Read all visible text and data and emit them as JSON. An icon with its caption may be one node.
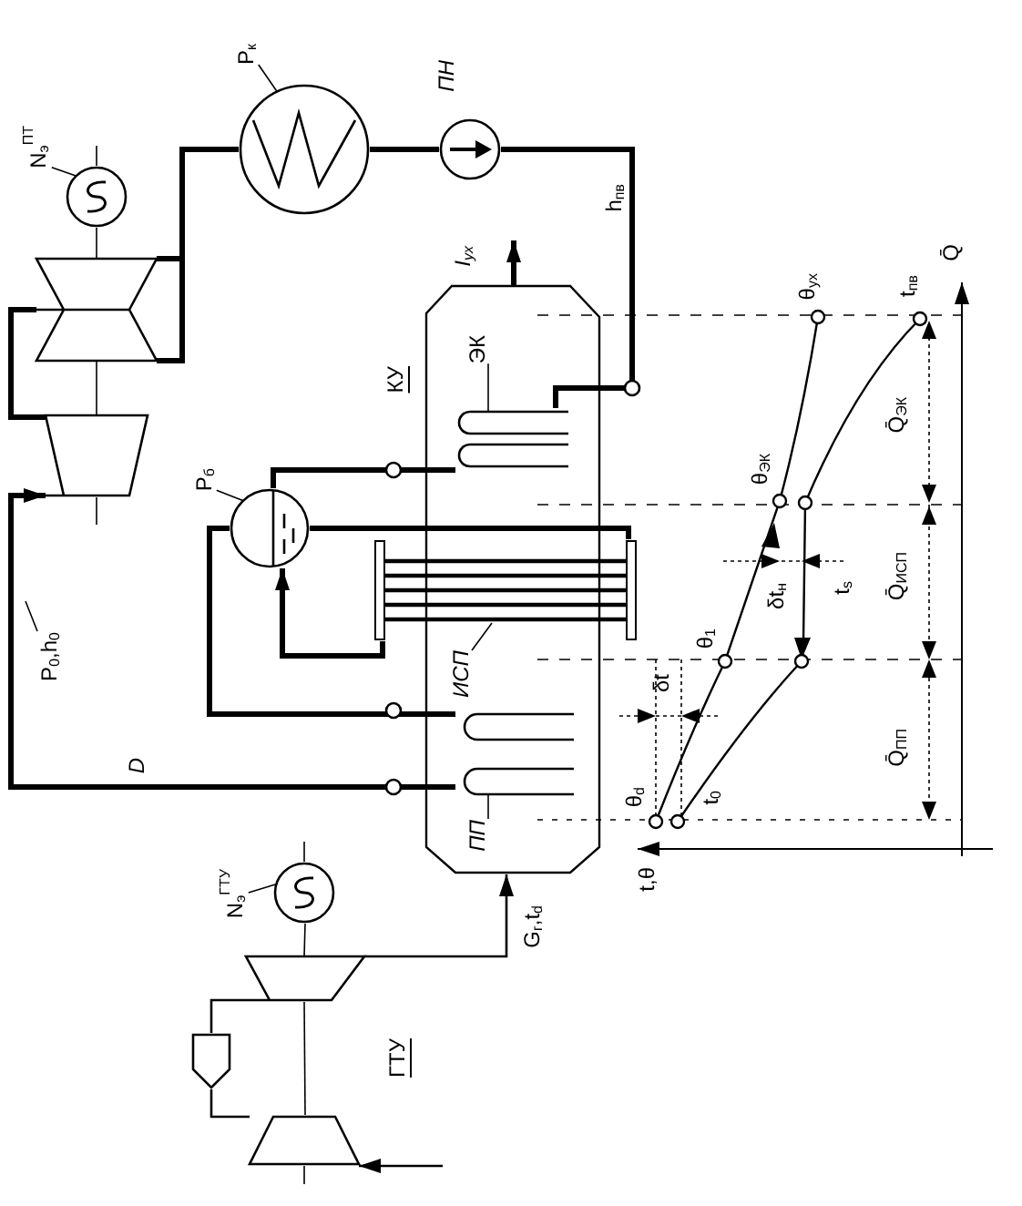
{
  "diagram": {
    "nodes": [
      {
        "text": [
          "P$_{к}$"
        ]
      },
      {
        "text": [],
        "shape": "circle"
      },
      {
        "text": [],
        "shape": "circle",
        "beside": [
          "ПН"
        ]
      },
      {
        "text": [
          "N$_{э}$$^{ПТ}$"
        ]
      },
      {
        "text": [],
        "shape": "circle"
      },
      {
        "text": [],
        "shape": "trapezoid"
      },
      {
        "text": [],
        "shape": "trapezoid"
      },
      {
        "text": [
          "КУ"
        ]
      },
      {
        "text": [
          "ЭК"
        ],
        "in": 7
      },
      {
        "text": [],
        "shape": "coil",
        "in": 7
      },
      {
        "text": [
          "P$_{б}$"
        ]
      },
      {
        "text": [],
        "shape": "circle"
      },
      {
        "text": [],
        "shape": "bundle"
      },
      {
        "text": [
          "ИСП"
        ],
        "in": 7
      },
      {
        "text": [],
        "shape": "coil",
        "in": 7
      },
      {
        "text": [
          "ПП"
        ],
        "in": 7
      },
      {
        "text": [
          "N$_{э}$$^{ГТУ}$"
        ]
      },
      {
        "text": [],
        "shape": "circle"
      },
      {
        "text": [],
        "shape": "trapezoid"
      },
      {
        "text": [],
        "shape": "pentagon"
      },
      {
        "text": [],
        "shape": "trapezoid"
      },
      {
        "text": [
          "P$_{0}$,h$_{0}$"
        ]
      }
    ],
    "edges": [
      {
        "from": 1,
        "to": 2,
        "arrow": "none",
        "style": "thick"
      },
      {
        "from": 2,
        "to": 9,
        "arrow": "none",
        "style": "thick",
        "label": "h$_{пв}$"
      },
      {
        "from": 9,
        "to": 11,
        "arrow": "none",
        "style": "thick"
      },
      {
        "from": 11,
        "to": 12,
        "arrow": "none",
        "style": "thick"
      },
      {
        "from": 12,
        "to": 11,
        "arrow": "to",
        "style": "thick"
      },
      {
        "from": 11,
        "to": 14,
        "arrow": "none",
        "style": "thick"
      },
      {
        "from": 14,
        "to": 6,
        "arrow": "to",
        "style": "thick",
        "label": "D"
      },
      {
        "from": 6,
        "to": 5,
        "arrow": "none",
        "style": "thick"
      },
      {
        "from": 5,
        "to": 1,
        "arrow": "none",
        "style": "thick"
      },
      {
        "from": 18,
        "to": 7,
        "arrow": "to",
        "label": "G$_{г}$,t$_{d}$"
      },
      {
        "from": 7,
        "to": null,
        "arrow": "to",
        "style": "thick",
        "label": "I$_{ух}$"
      },
      {
        "from": 19,
        "to": 18,
        "arrow": "none"
      },
      {
        "from": 20,
        "to": 19,
        "arrow": "none"
      },
      {
        "from": null,
        "to": 20,
        "arrow": "to"
      },
      {
        "from": 0,
        "to": 1,
        "arrow": "none"
      },
      {
        "from": 3,
        "to": 4,
        "arrow": "none"
      },
      {
        "from": 8,
        "to": 9,
        "arrow": "none"
      },
      {
        "from": 10,
        "to": 11,
        "arrow": "none"
      },
      {
        "from": 13,
        "to": 12,
        "arrow": "none"
      },
      {
        "from": 15,
        "to": 14,
        "arrow": "none"
      },
      {
        "from": 16,
        "to": 17,
        "arrow": "none"
      },
      {
        "from": 21,
        "to": null,
        "arrow": "none"
      },
      {
        "from": 4,
        "to": 5,
        "arrow": "none"
      },
      {
        "from": 5,
        "to": 6,
        "arrow": "none"
      },
      {
        "from": 17,
        "to": 18,
        "arrow": "none"
      },
      {
        "from": 18,
        "to": 20,
        "arrow": "none"
      }
    ],
    "labels": [
      "θ$_{ух}$",
      "t$_{пв}$",
      "Q̄",
      "θ$_{ЭК}$",
      "Q̄$_{ЭК}$",
      "δt$_{н}$",
      "t$_{s}$",
      "Q̄$_{ИСП}$",
      "θ$_{1}$",
      "δt",
      "Q̄$_{ПП}$",
      "θ$_{d}$",
      "t$_{0}$",
      "t,θ",
      "ГТУ"
    ]
  }
}
